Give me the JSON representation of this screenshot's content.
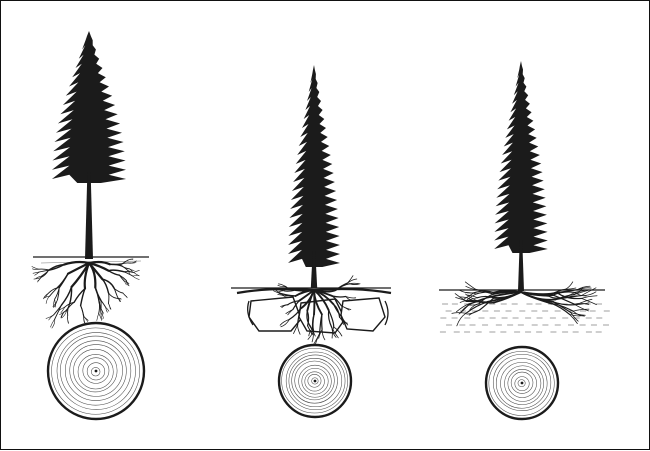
{
  "colors": {
    "ink": "#1b1b1b",
    "paper": "#ffffff",
    "frame": "#111111"
  },
  "illustrations": [
    {
      "tree": "spruce-tree-broad-crown",
      "roots": "deep-spreading-roots",
      "cross_section": "wide-growth-rings",
      "ring_count": 11
    },
    {
      "tree": "spruce-tree-narrow-crown",
      "roots": "roots-over-rocks",
      "cross_section": "narrow-growth-rings",
      "ring_count": 11
    },
    {
      "tree": "spruce-tree-narrow-crown",
      "roots": "shallow-roots-in-wet-soil",
      "cross_section": "narrow-growth-rings",
      "ring_count": 10
    }
  ]
}
